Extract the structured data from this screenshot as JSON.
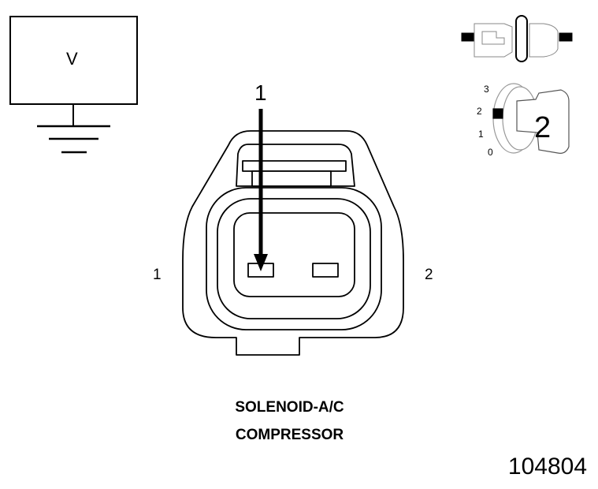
{
  "voltmeter": {
    "symbol": "V"
  },
  "connector": {
    "pin_left_label": "1",
    "pin_right_label": "2",
    "probe_label": "1"
  },
  "ignition_key": {
    "positions": [
      "3",
      "2",
      "1",
      "0"
    ],
    "selected_position": "2"
  },
  "caption": {
    "line1": "SOLENOID-A/C",
    "line2": "COMPRESSOR"
  },
  "figure_id": "104804"
}
